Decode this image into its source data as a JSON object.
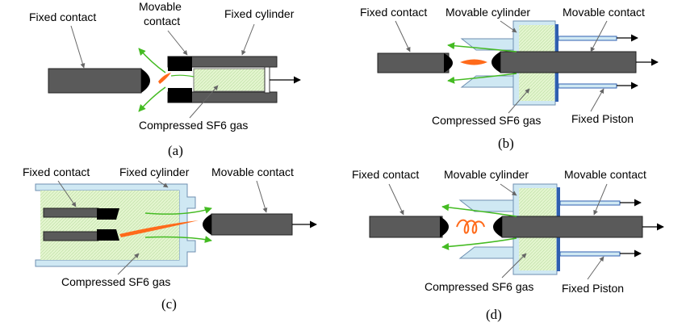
{
  "colors": {
    "contact": "#5a5a5a",
    "tip": "#000000",
    "gas": "#e4f5cf",
    "cylinder": "#cfe8f3",
    "cylinder_edge": "#6f8fb0",
    "arc": "#ff6a1a",
    "flow": "#44bb22",
    "piston": "#2f5fb0"
  },
  "panel_a": {
    "caption": "(a)",
    "labels": {
      "fixed_contact": "Fixed contact",
      "movable_contact_line1": "Movable",
      "movable_contact_line2": "contact",
      "fixed_cylinder": "Fixed cylinder",
      "gas": "Compressed SF6 gas"
    }
  },
  "panel_b": {
    "caption": "(b)",
    "labels": {
      "fixed_contact": "Fixed contact",
      "movable_cylinder": "Movable cylinder",
      "movable_contact": "Movable contact",
      "gas": "Compressed SF6 gas",
      "fixed_piston": "Fixed Piston"
    }
  },
  "panel_c": {
    "caption": "(c)",
    "labels": {
      "fixed_contact": "Fixed contact",
      "fixed_cylinder": "Fixed cylinder",
      "movable_contact": "Movable contact",
      "gas": "Compressed SF6 gas"
    }
  },
  "panel_d": {
    "caption": "(d)",
    "labels": {
      "fixed_contact": "Fixed contact",
      "movable_cylinder": "Movable cylinder",
      "movable_contact": "Movable contact",
      "gas": "Compressed SF6 gas",
      "fixed_piston": "Fixed Piston"
    }
  }
}
